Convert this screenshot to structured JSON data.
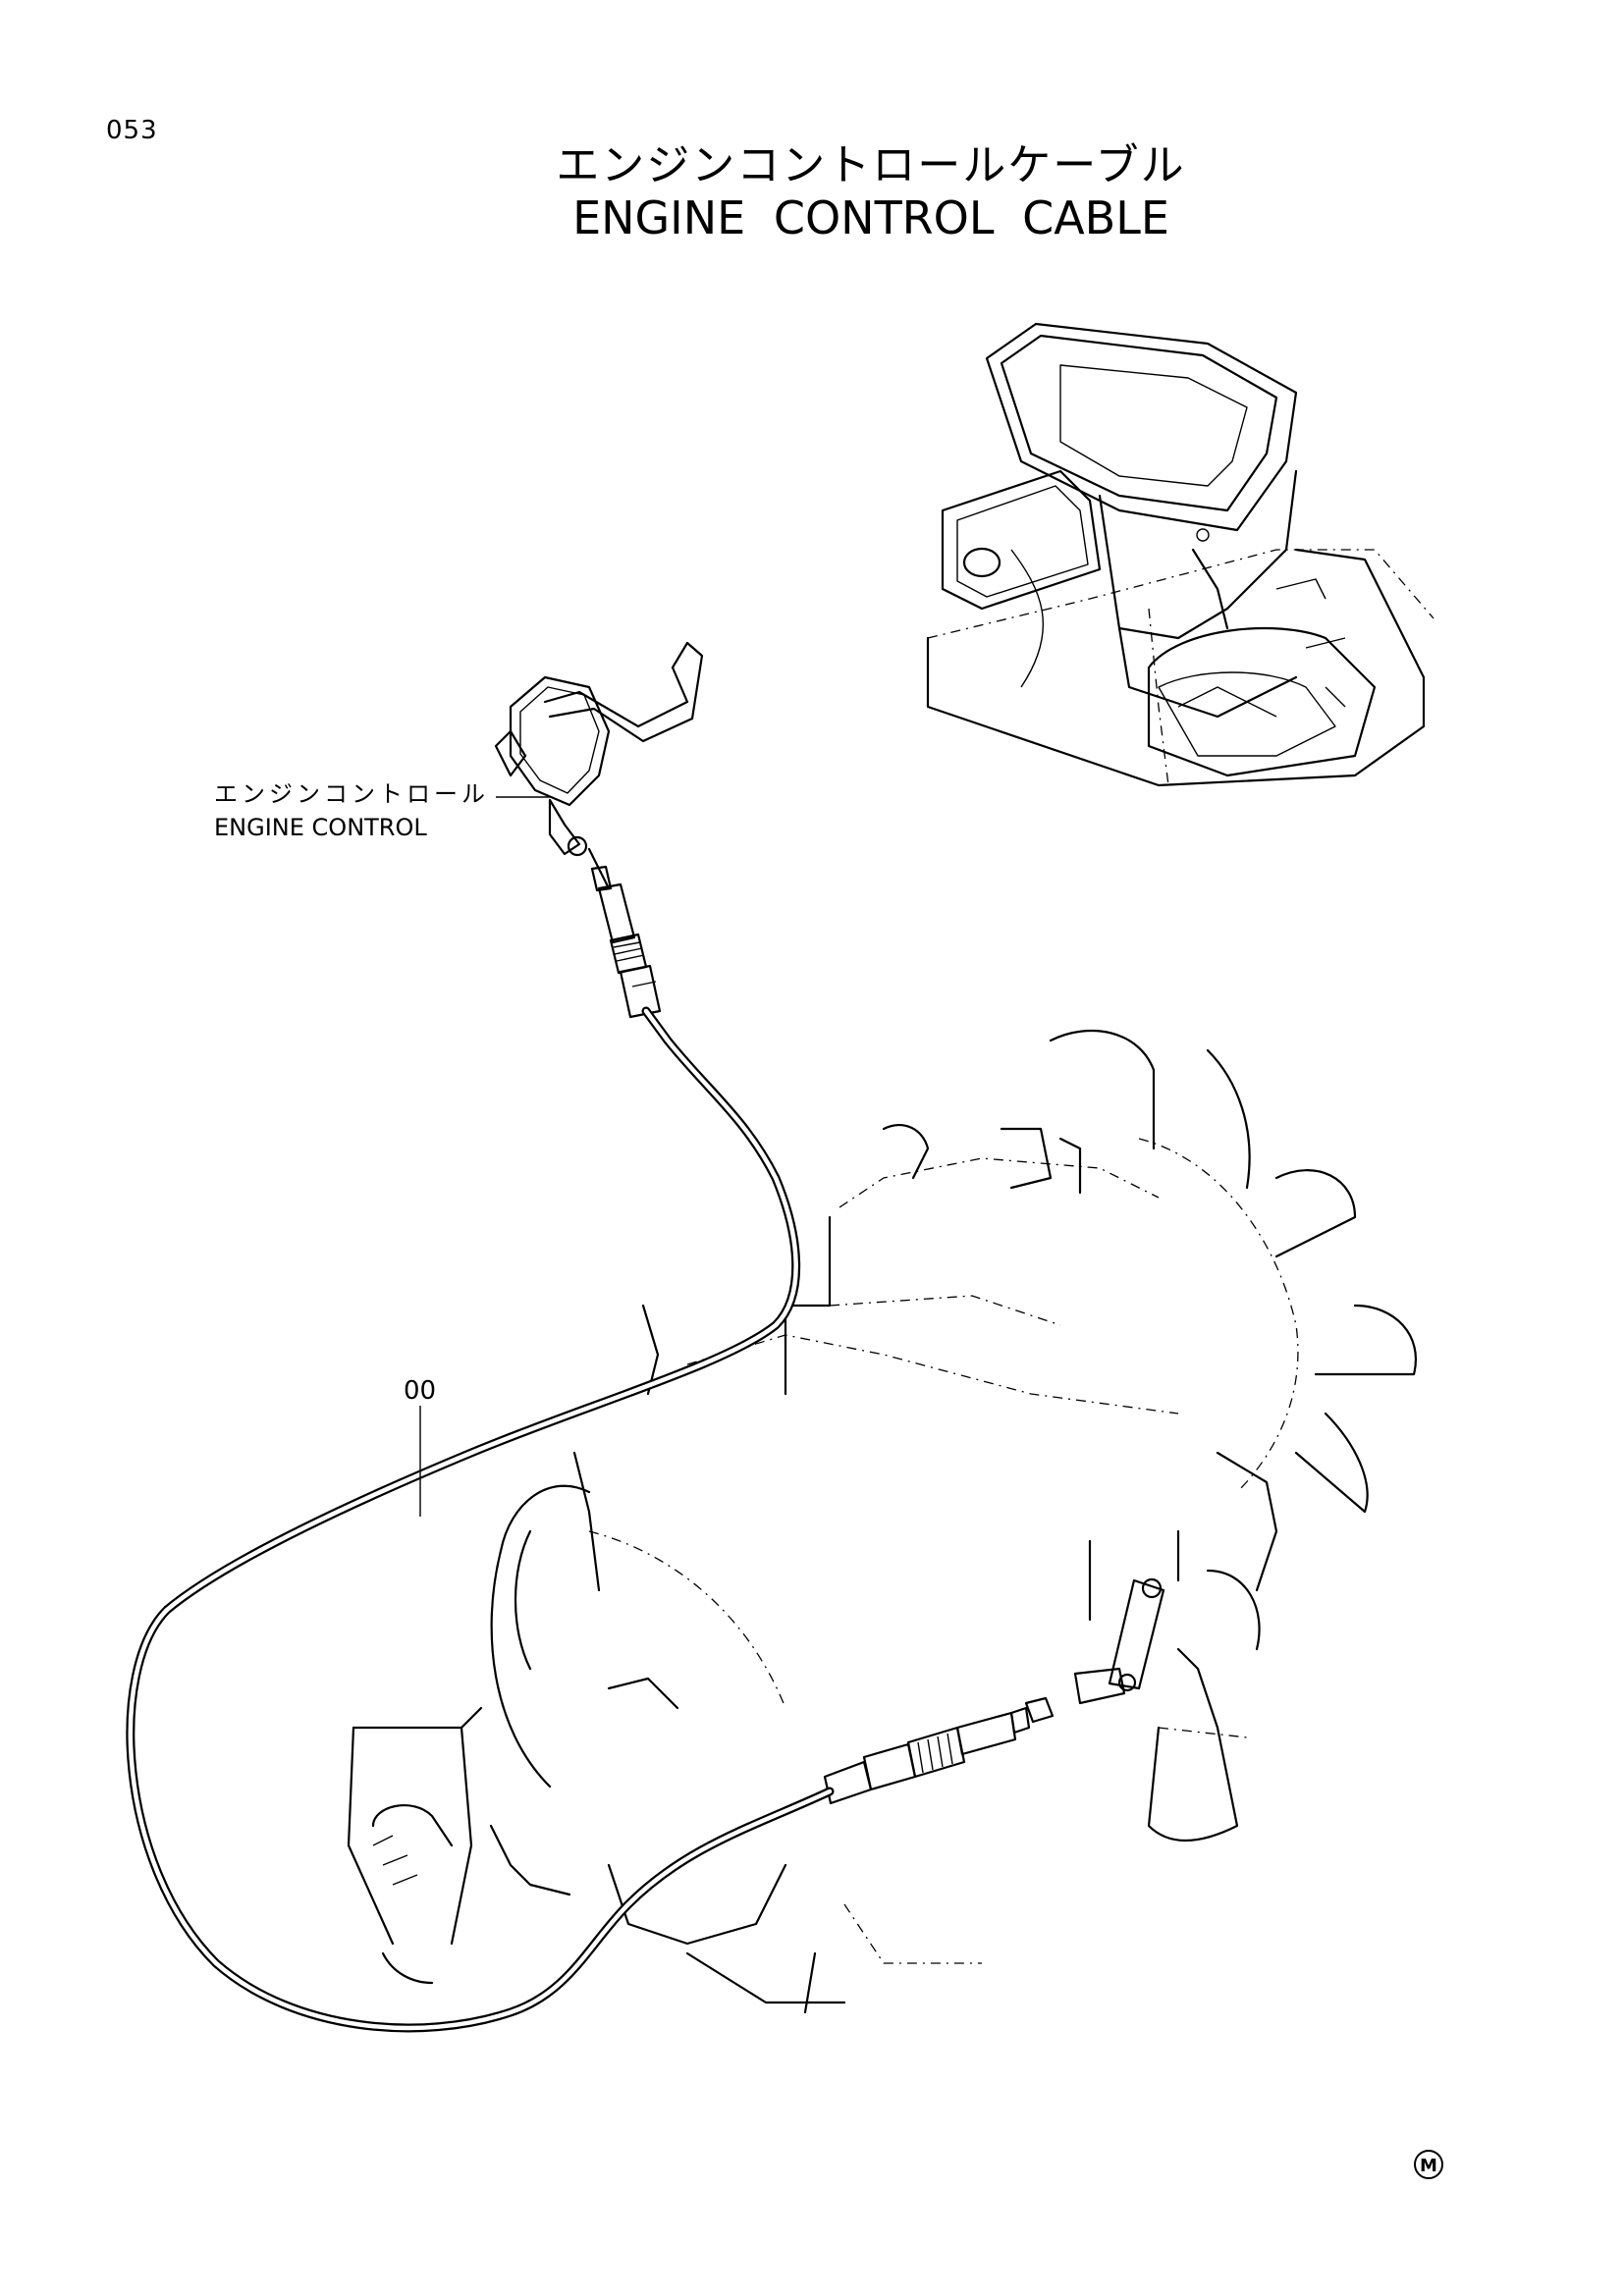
{
  "page": {
    "number": "053",
    "title_jp": "エンジンコントロールケーブル",
    "title_en": "ENGINE CONTROL CABLE"
  },
  "callouts": {
    "engine_control_jp": "エンジンコントロール",
    "engine_control_en": "ENGINE CONTROL",
    "cable_part_number": "00"
  },
  "marks": {
    "corner_symbol": "M"
  },
  "icons": [
    "machine-overview-icon",
    "engine-drawing",
    "control-lever-drawing",
    "cable-drawing"
  ]
}
